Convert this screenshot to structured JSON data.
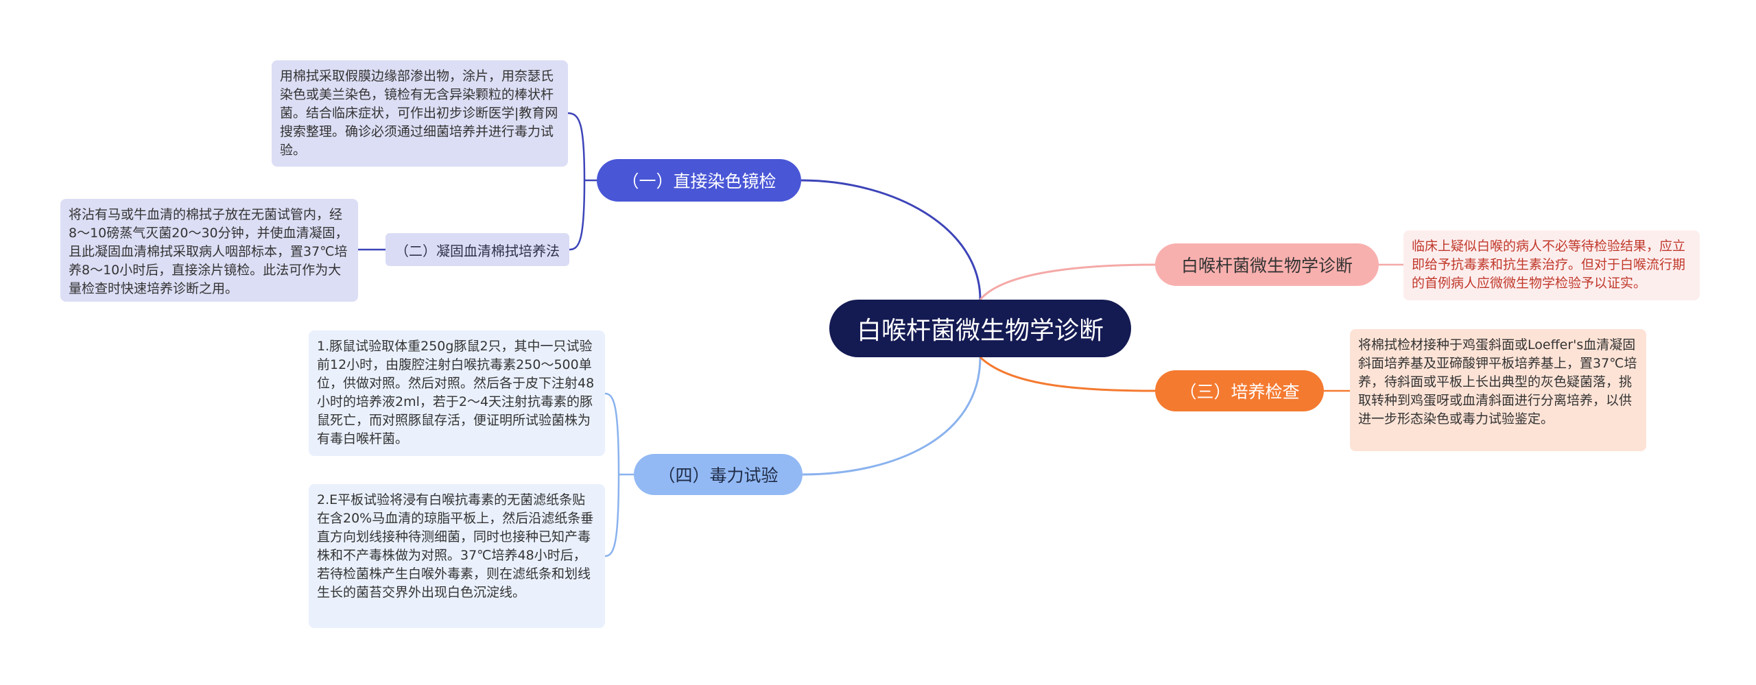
{
  "root": {
    "label": "白喉杆菌微生物学诊断"
  },
  "branches": {
    "direct_stain": {
      "label": "（一）直接染色镜检"
    },
    "coag_serum": {
      "label": "（二）凝固血清棉拭培养法"
    },
    "toxicity": {
      "label": "（四）毒力试验"
    },
    "micro_diag": {
      "label": "白喉杆菌微生物学诊断"
    },
    "culture": {
      "label": "（三）培养检查"
    }
  },
  "notes": {
    "direct_stain": "用棉拭采取假膜边缘部渗出物，涂片，用奈瑟氏染色或美兰染色，镜检有无含异染颗粒的棒状杆菌。结合临床症状，可作出初步诊断医学|教育网搜索整理。确诊必须通过细菌培养并进行毒力试验。",
    "coag_serum": "将沾有马或牛血清的棉拭子放在无菌试管内，经8～10磅蒸气灭菌20～30分钟，并使血清凝固，且此凝固血清棉拭采取病人咽部标本，置37℃培养8～10小时后，直接涂片镜检。此法可作为大量检查时快速培养诊断之用。",
    "toxicity_1": "1.豚鼠试验取体重250g豚鼠2只，其中一只试验前12小时，由腹腔注射白喉抗毒素250～500单位，供做对照。然后对照。然后各于皮下注射48小时的培养液2ml，若于2～4天注射抗毒素的豚鼠死亡，而对照豚鼠存活，便证明所试验菌株为有毒白喉杆菌。",
    "toxicity_2": "2.E平板试验将浸有白喉抗毒素的无菌滤纸条贴在含20%马血清的琼脂平板上，然后沿滤纸条垂直方向划线接种待测细菌，同时也接种已知产毒株和不产毒株做为对照。37℃培养48小时后，若待检菌株产生白喉外毒素，则在滤纸条和划线生长的菌苔交界外出现白色沉淀线。",
    "micro_diag": "临床上疑似白喉的病人不必等待检验结果，应立即给予抗毒素和抗生素治疗。但对于白喉流行期的首例病人应微微生物学检验予以证实。",
    "culture": "将棉拭检材接种于鸡蛋斜面或Loeffer's血清凝固斜面培养基及亚碲酸钾平板培养基上，置37℃培养，待斜面或平板上长出典型的灰色疑菌落，挑取转种到鸡蛋呀或血清斜面进行分离培养，以供进一步形态染色或毒力试验鉴定。"
  },
  "colors": {
    "root": "#141a52",
    "direct_stain": "#4956d6",
    "coag_serum": "#dadcf5",
    "toxicity": "#92b9f4",
    "micro_diag": "#f8b0ae",
    "culture": "#f47a30"
  }
}
